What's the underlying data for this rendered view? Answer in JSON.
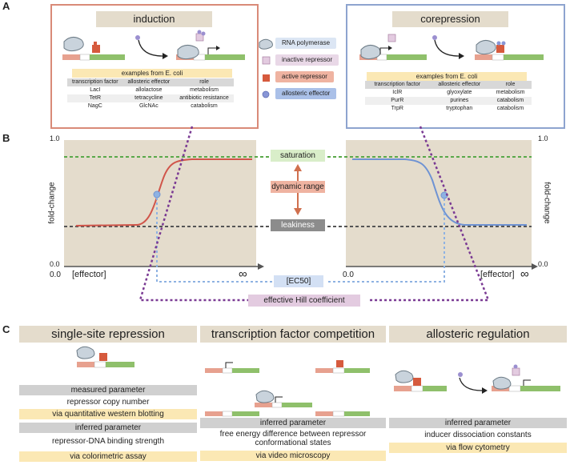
{
  "panel_labels": {
    "a": "A",
    "b": "B",
    "c": "C"
  },
  "induction": {
    "title": "induction",
    "examples_title": "examples from E. coli",
    "headers": [
      "transcription factor",
      "allosteric effector",
      "role"
    ],
    "rows": [
      [
        "LacI",
        "allolactose",
        "metabolism"
      ],
      [
        "TetR",
        "tetracycline",
        "antibiotic resistance"
      ],
      [
        "NagC",
        "GlcNAc",
        "catabolism"
      ]
    ]
  },
  "corepression": {
    "title": "corepression",
    "examples_title": "examples from E. coli",
    "headers": [
      "transcription factor",
      "allosteric effector",
      "role"
    ],
    "rows": [
      [
        "IclR",
        "glyoxylate",
        "metabolism"
      ],
      [
        "PurR",
        "purines",
        "catabolism"
      ],
      [
        "TrpR",
        "tryptophan",
        "catabolism"
      ]
    ]
  },
  "legend": {
    "rnap": "RNA polymerase",
    "inactive": "inactive repressor",
    "active": "active repressor",
    "effector": "allosteric effector"
  },
  "plot": {
    "y_top": "1.0",
    "y_bottom": "0.0",
    "x_left_left": "0.0",
    "x_left_label": "[effector]",
    "x_left_inf": "∞",
    "x_right_left": "0.0",
    "x_right_label": "[effector]",
    "x_right_inf": "∞",
    "ylabel": "fold-change",
    "saturation": "saturation",
    "dynamic_range": "dynamic range",
    "leakiness": "leakiness",
    "ec50": "[EC50]",
    "hill": "effective Hill coefficient"
  },
  "sectionC": {
    "single": {
      "title": "single-site repression",
      "measured": "measured parameter",
      "param": "repressor copy number",
      "method1": "via quantitative western blotting",
      "inferred": "inferred parameter",
      "param2": "repressor-DNA binding strength",
      "method2": "via colorimetric assay"
    },
    "competition": {
      "title": "transcription factor competition",
      "inferred": "inferred parameter",
      "param": "free energy difference between repressor conformational states",
      "method": "via video microscopy"
    },
    "allosteric": {
      "title": "allosteric regulation",
      "inferred": "inferred parameter",
      "param": "inducer dissociation constants",
      "method": "via flow cytometry"
    }
  },
  "colors": {
    "induction_border": "#d98a78",
    "corepression_border": "#8ea4cf",
    "beige": "#e4dccc",
    "yellow": "#fbe8b4",
    "red_curve": "#d0554a",
    "blue_curve": "#6f93d3",
    "green_dash": "#5aa84a",
    "purple_dash": "#7a3a93"
  }
}
